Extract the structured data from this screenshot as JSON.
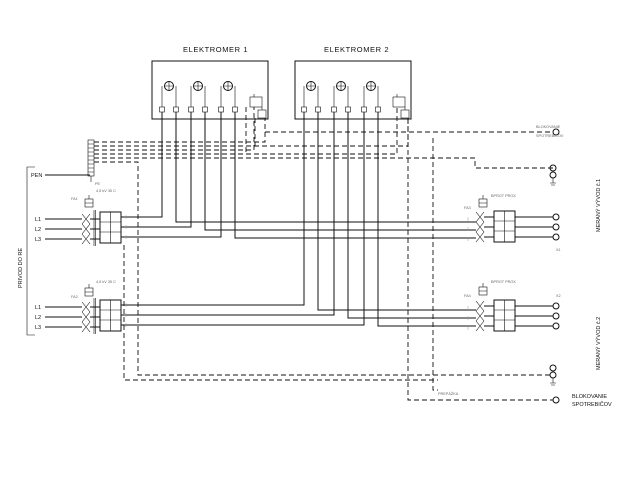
{
  "meters": {
    "meter1_label": "ELEKTROMER 1",
    "meter2_label": "ELEKTROMER 2"
  },
  "labels": {
    "pen": "PEN",
    "supply": "PRIVOD DO RE",
    "phase_labels": [
      "L1",
      "L2",
      "L3"
    ],
    "breaker_top": "FA1",
    "breaker_bottom": "FA2",
    "breaker_right_top": "FA3",
    "breaker_right_bottom": "FA4",
    "blocking_top_line1": "BLOKOVANIE",
    "blocking_top_line2": "SPOTREBIČOV",
    "blocking_bottom_line1": "BLOKOVANIE",
    "blocking_bottom_line2": "SPOTREBIČOV",
    "partition": "PREPÁŽKA",
    "measured_out_1": "MERANÝ VÝVOD č.1",
    "measured_out_2": "MERANÝ VÝVOD č.2",
    "x1": "X1",
    "x2": "X2",
    "small_caption_left": "4,5 kV 35 C",
    "small_caption_right": "BPROT PROX"
  },
  "colors": {
    "line": "#111111",
    "background": "#ffffff"
  }
}
